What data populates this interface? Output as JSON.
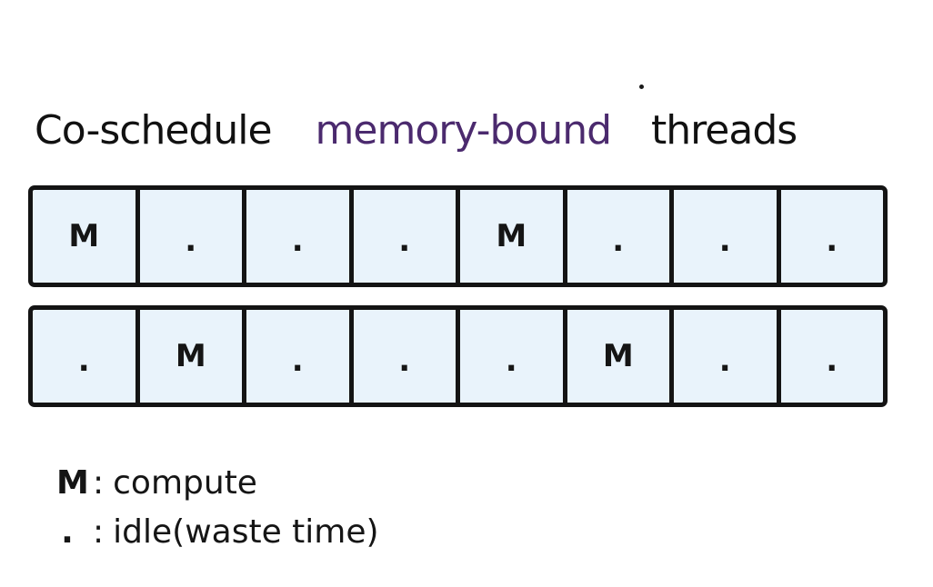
{
  "title": {
    "part1": "Co-schedule",
    "part2": "memory-bound",
    "part3": "threads"
  },
  "rows": [
    [
      "M",
      ".",
      ".",
      ".",
      "M",
      ".",
      ".",
      "."
    ],
    [
      ".",
      "M",
      ".",
      ".",
      ".",
      "M",
      ".",
      "."
    ]
  ],
  "legend": {
    "m_symbol": "M",
    "m_separator": ":",
    "m_text": "compute",
    "dot_symbol": ".",
    "dot_separator": ":",
    "dot_text": "idle(waste time)"
  },
  "colors": {
    "accent": "#4b2a6e",
    "cell_fill": "#e9f3fb",
    "border": "#141414"
  }
}
